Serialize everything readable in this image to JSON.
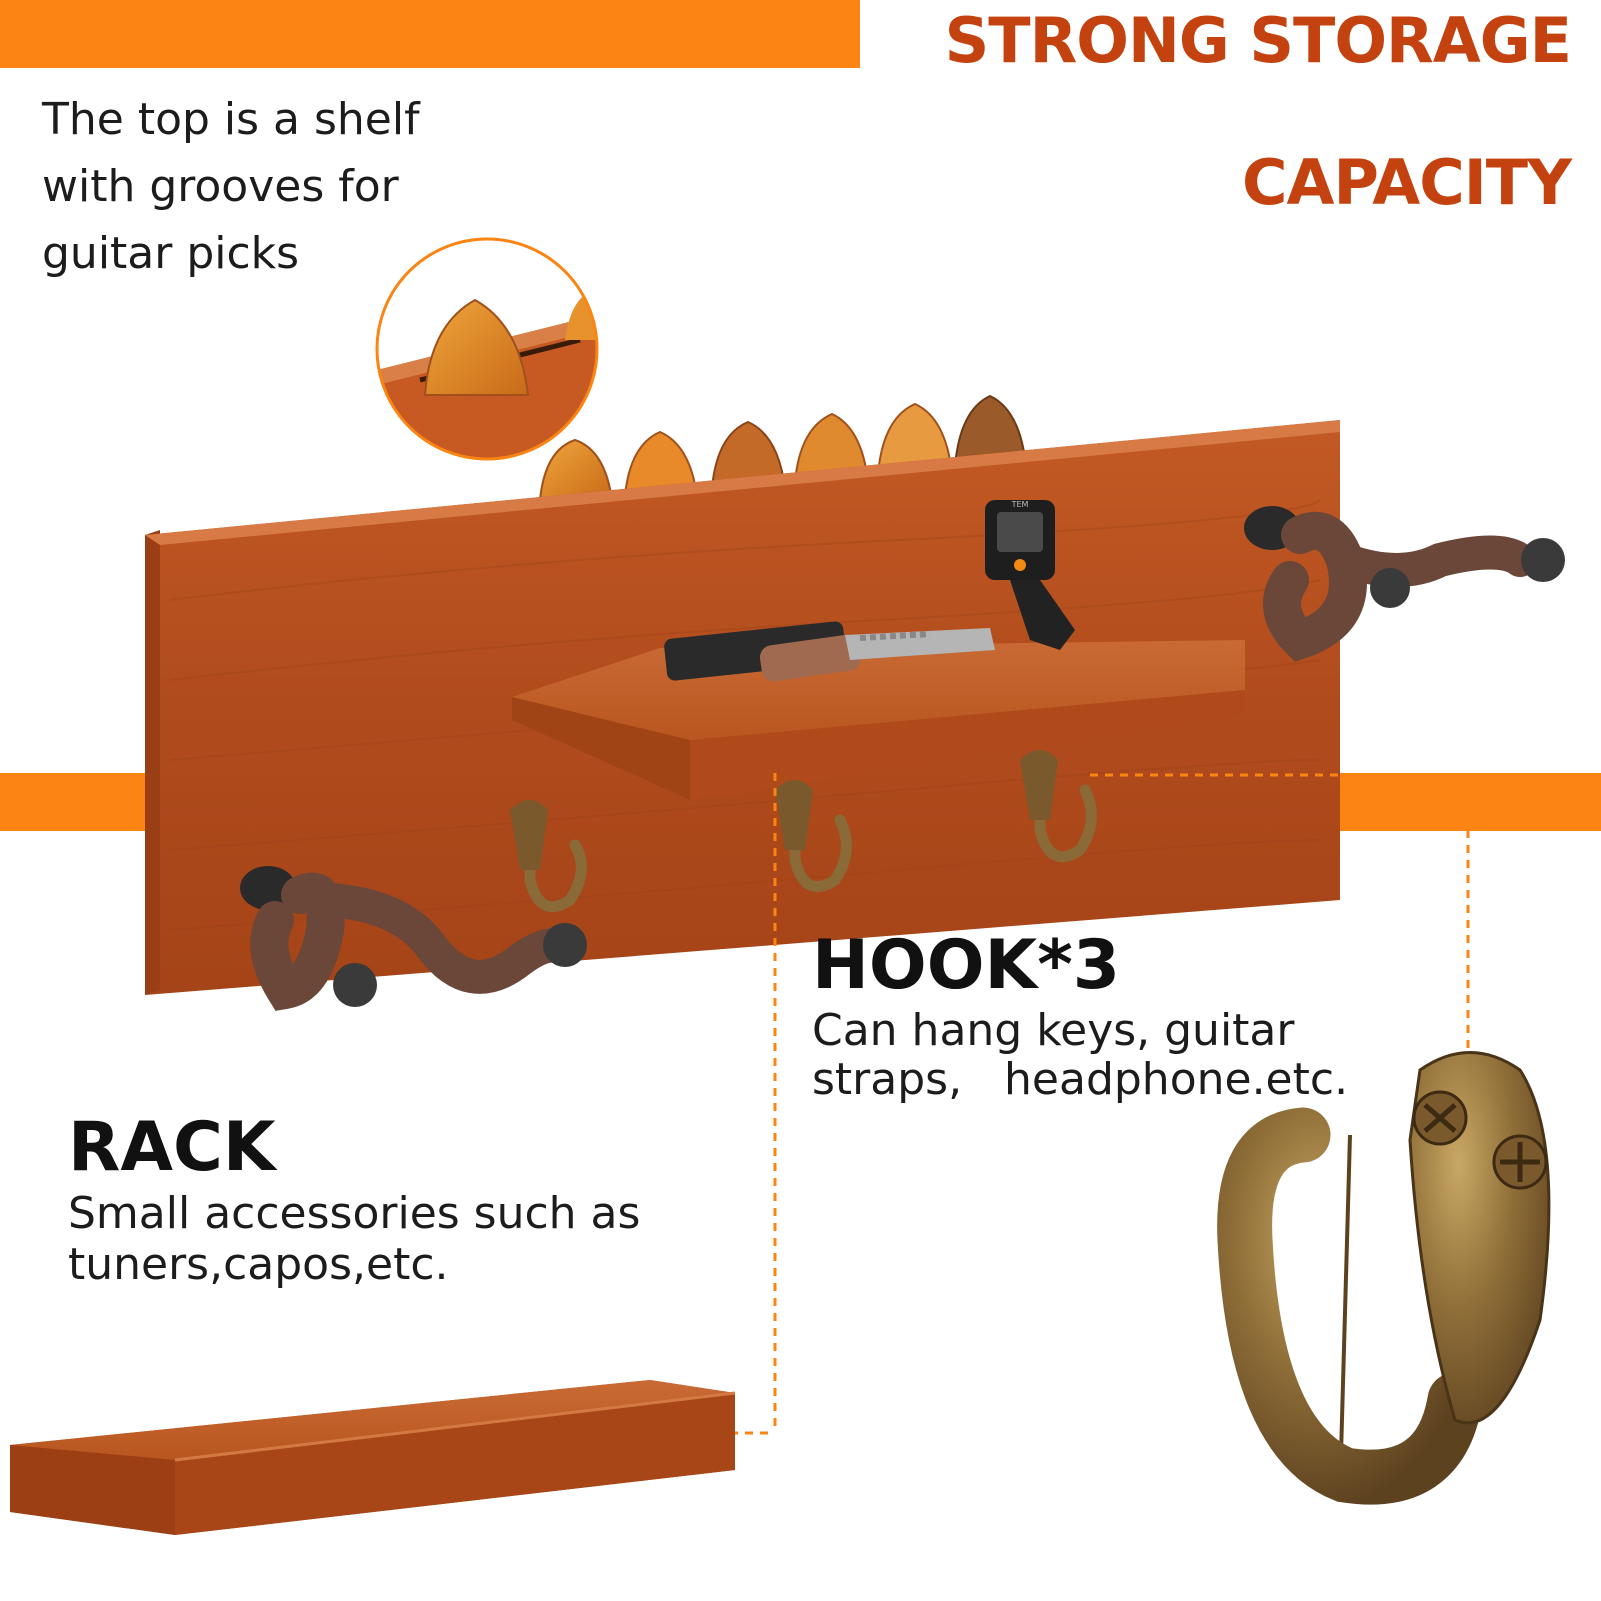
{
  "headline": {
    "line1": "STRONG STORAGE",
    "line2": "CAPACITY"
  },
  "callout_top": {
    "text": "The top is a shelf with grooves for guitar picks"
  },
  "hook_section": {
    "title": "HOOK*3",
    "description": "Can hang keys, guitar\nstraps,   headphone.etc."
  },
  "rack_section": {
    "title": "RACK",
    "description": "Small accessories such as tuners,capos,etc."
  },
  "tuner": {
    "brand": "TEM"
  },
  "colors": {
    "accent_orange": "#fb8412",
    "headline_red": "#c4420f",
    "wood": "#b8521f",
    "brass": "#8a6a36",
    "foam": "#6a4738"
  }
}
